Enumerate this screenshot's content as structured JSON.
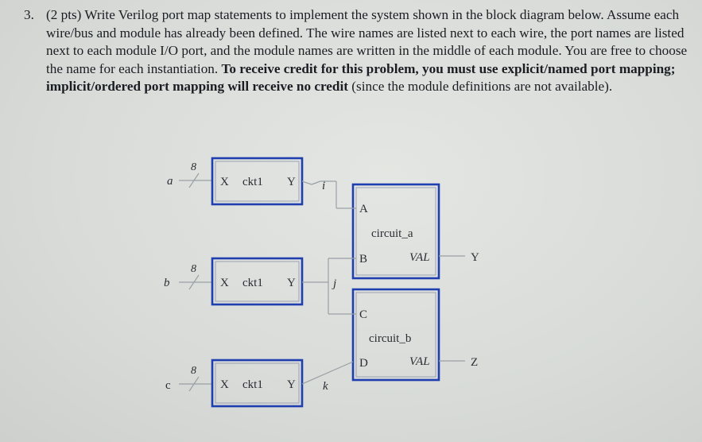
{
  "problem": {
    "number": "3.",
    "intro": "(2 pts) Write Verilog port map statements to implement the system shown in the block diagram below. Assume each wire/bus and module has already been defined. The wire names are listed next to each wire, the port names are listed next to each module I/O port, and the module names are written in the middle of each module. You are free to choose the name for each instantiation.",
    "bold": "To receive credit for this problem, you must use explicit/named port mapping; implicit/ordered port mapping will receive no credit",
    "tail": "(since the module definitions are not available)."
  },
  "diagram": {
    "inputs": [
      "a",
      "b",
      "c"
    ],
    "bus_width": "8",
    "ckt1": {
      "name": "ckt1",
      "in_port": "X",
      "out_port": "Y"
    },
    "wires": {
      "i": "i",
      "j": "j",
      "k": "k"
    },
    "circuit_a": {
      "name": "circuit_a",
      "in1": "A",
      "in2": "B",
      "out": "VAL",
      "output_wire": "Y"
    },
    "circuit_b": {
      "name": "circuit_b",
      "in1": "C",
      "in2": "D",
      "out": "VAL",
      "output_wire": "Z"
    }
  }
}
